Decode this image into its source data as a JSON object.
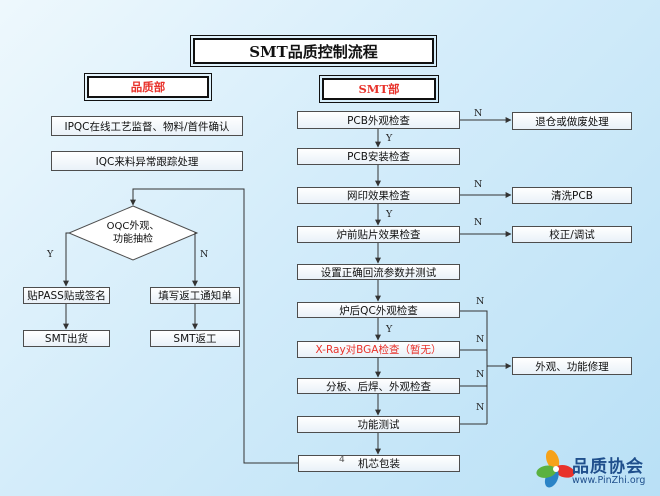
{
  "title": "SMT品质控制流程",
  "left": {
    "header": "品质部",
    "steps": [
      "IPQC在线工艺监督、物料/首件确认",
      "IQC来料异常跟踪处理"
    ],
    "decision_line1": "OQC外观、",
    "decision_line2": "功能抽检",
    "pass_label": "Y",
    "fail_label": "N",
    "pass_step": "贴PASS贴或签名",
    "pass_end": "SMT出货",
    "fail_step": "填写返工通知单",
    "fail_end": "SMT返工"
  },
  "right": {
    "header": "SMT部",
    "steps": [
      "PCB外观检查",
      "PCB安装检查",
      "网印效果检查",
      "炉前贴片效果检查",
      "设置正确回流参数并测试",
      "炉后QC外观检查",
      "X-Ray对BGA检查（暂无）",
      "分板、后焊、外观检查",
      "功能测试",
      "机芯包装"
    ],
    "side_actions": [
      "退仓或做废处理",
      "清洗PCB",
      "校正/调试",
      "外观、功能修理"
    ]
  },
  "labels": {
    "y": "Y",
    "n": "N"
  },
  "page_number": "4",
  "logo": {
    "name": "品质协会",
    "url": "www.PinZhi.org"
  },
  "colors": {
    "accent_red": "#e8322b",
    "border": "#4d4d4d"
  }
}
